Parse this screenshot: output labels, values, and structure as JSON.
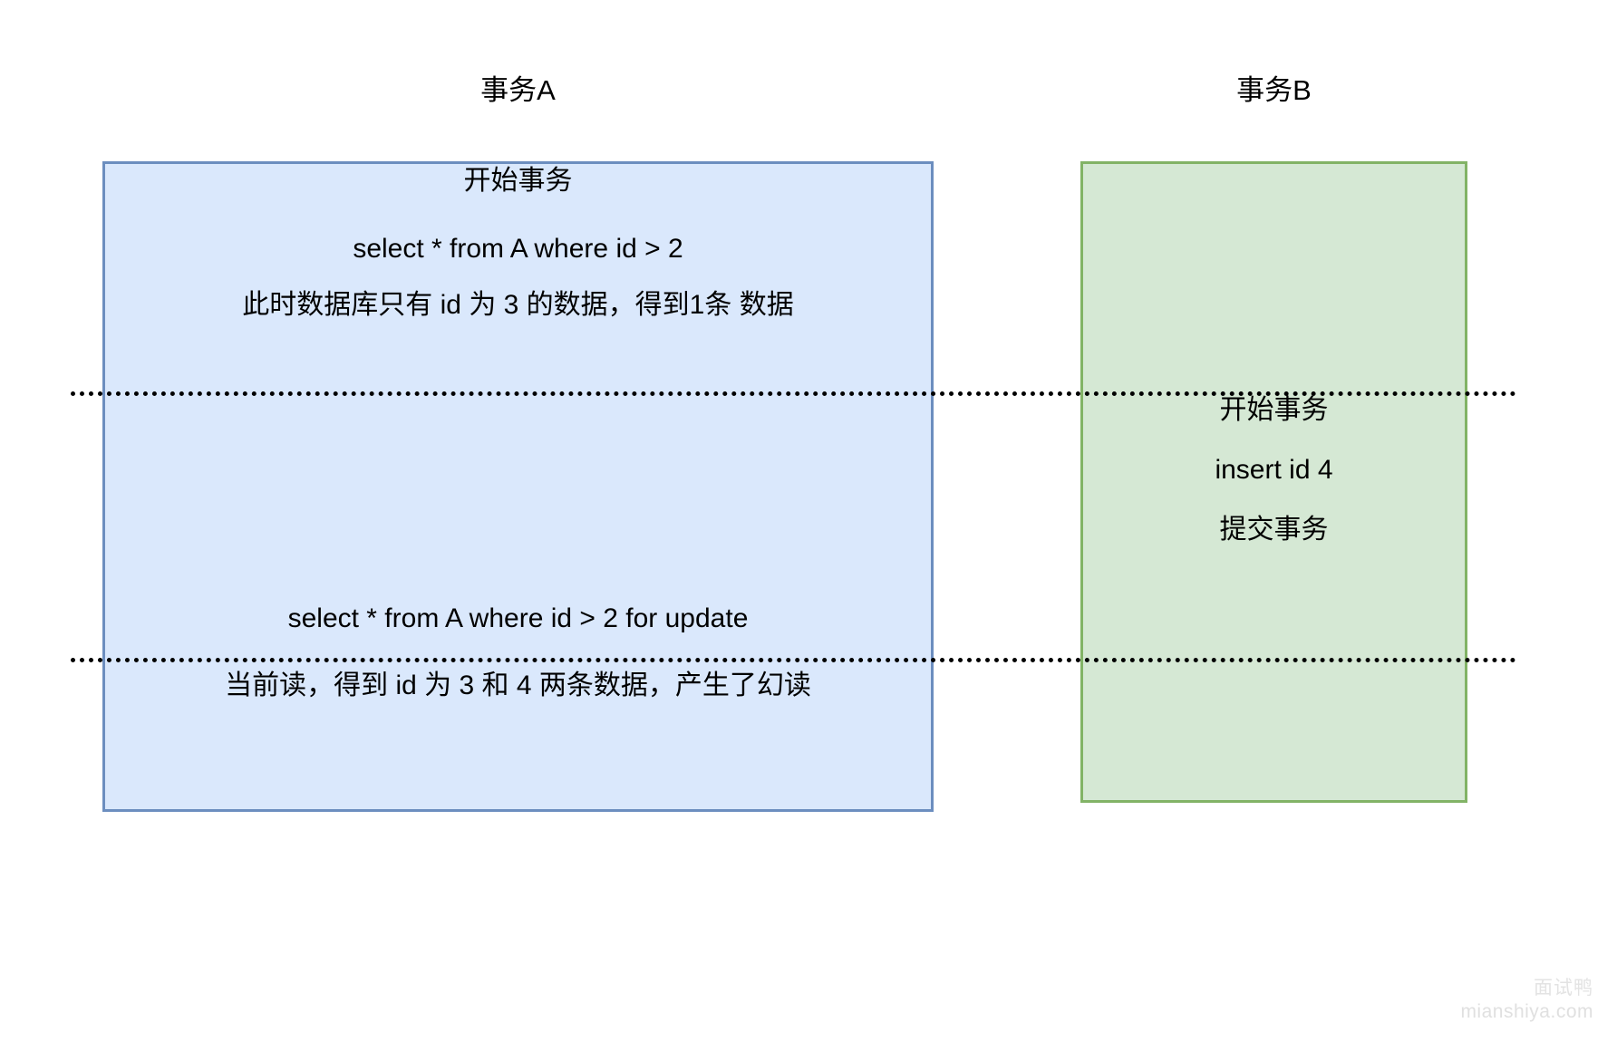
{
  "diagram": {
    "title_a": "事务A",
    "title_b": "事务B",
    "colors": {
      "box_a_fill": "#dae8fc",
      "box_a_border": "#6c8ebf",
      "box_b_fill": "#d5e8d4",
      "box_b_border": "#82b366",
      "divider": "#000000",
      "text": "#000000",
      "watermark": "#e3e3e3",
      "background": "#ffffff"
    },
    "transaction_a": {
      "phase_1": {
        "lines": [
          "开始事务",
          "select * from A where id > 2",
          "此时数据库只有 id 为 3 的数据，得到1条 数据"
        ]
      },
      "phase_2": {
        "lines": []
      },
      "phase_3": {
        "lines": [
          "select * from A where id > 2 for update",
          "当前读，得到 id 为 3 和 4 两条数据，产生了幻读"
        ]
      }
    },
    "transaction_b": {
      "phase_1": {
        "lines": []
      },
      "phase_2": {
        "lines": [
          "开始事务",
          "insert id 4",
          "提交事务"
        ]
      },
      "phase_3": {
        "lines": []
      }
    },
    "dividers": [
      {
        "name": "divider-after-phase-1"
      },
      {
        "name": "divider-after-phase-2"
      }
    ]
  },
  "watermark": {
    "brand": "面试鸭",
    "url": "mianshiya.com"
  }
}
